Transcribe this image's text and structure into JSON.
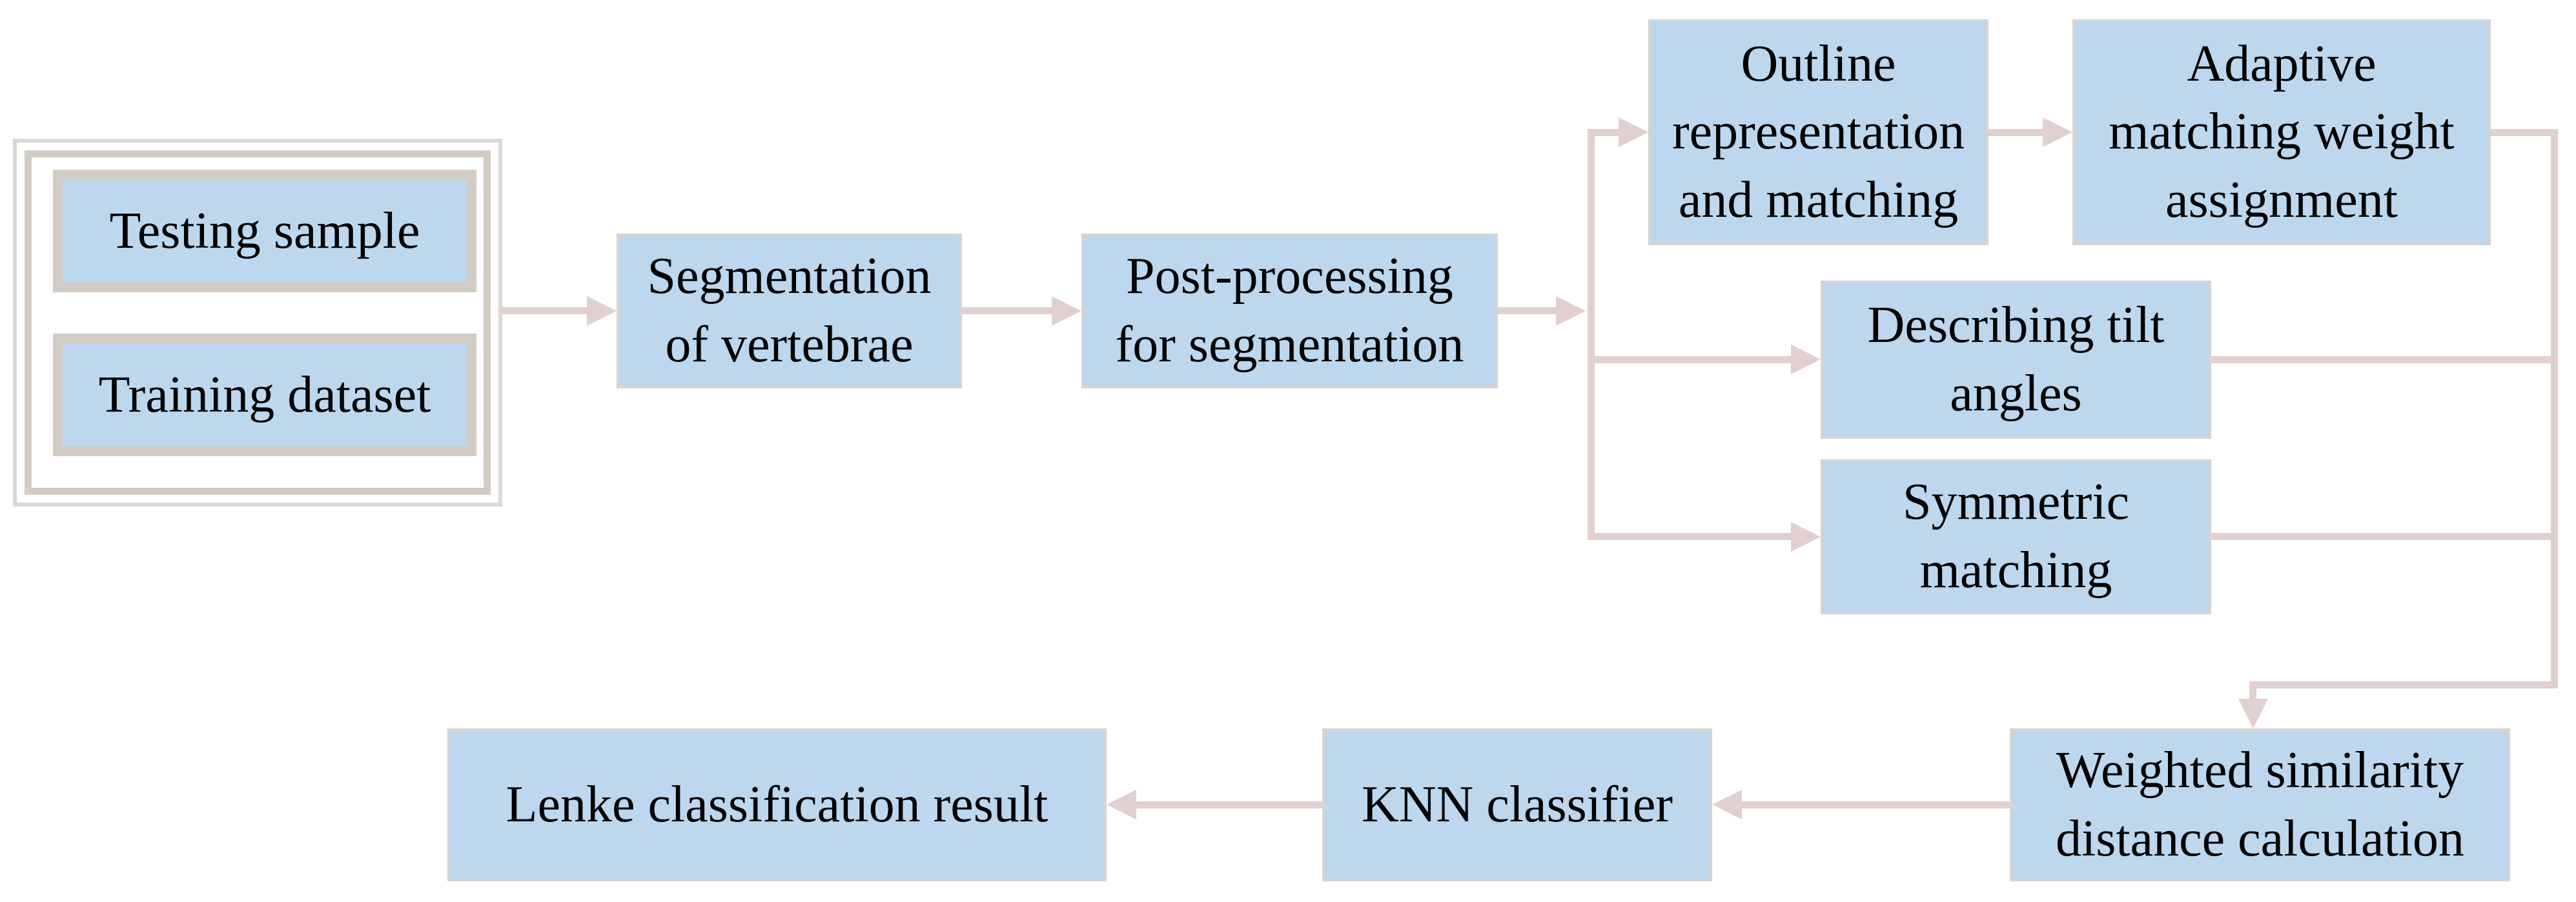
{
  "diagram": {
    "type": "flowchart",
    "colors": {
      "box_fill": "#bdd7ee",
      "box_border": "#d4d4d4",
      "frame_border": "#d2ccc4",
      "arrow": "#e2cfcf"
    },
    "nodes": {
      "testing_sample": {
        "label": "Testing sample"
      },
      "training_dataset": {
        "label": "Training dataset"
      },
      "segmentation": {
        "label": [
          "Segmentation",
          "of vertebrae"
        ]
      },
      "post_processing": {
        "label": [
          "Post-processing",
          "for segmentation"
        ]
      },
      "outline": {
        "label": [
          "Outline",
          "representation",
          "and matching"
        ]
      },
      "adaptive": {
        "label": [
          "Adaptive",
          "matching weight",
          "assignment"
        ]
      },
      "tilt": {
        "label": [
          "Describing tilt",
          "angles"
        ]
      },
      "symmetric": {
        "label": [
          "Symmetric",
          "matching"
        ]
      },
      "weighted": {
        "label": [
          "Weighted similarity",
          "distance calculation"
        ]
      },
      "knn": {
        "label": "KNN classifier"
      },
      "lenke": {
        "label": "Lenke classification result"
      }
    },
    "edges": [
      {
        "from": "input_group",
        "to": "segmentation"
      },
      {
        "from": "segmentation",
        "to": "post_processing"
      },
      {
        "from": "post_processing",
        "to": "outline"
      },
      {
        "from": "post_processing",
        "to": "tilt"
      },
      {
        "from": "post_processing",
        "to": "symmetric"
      },
      {
        "from": "outline",
        "to": "adaptive"
      },
      {
        "from": "adaptive",
        "to": "weighted"
      },
      {
        "from": "tilt",
        "to": "weighted"
      },
      {
        "from": "symmetric",
        "to": "weighted"
      },
      {
        "from": "weighted",
        "to": "knn"
      },
      {
        "from": "knn",
        "to": "lenke"
      }
    ]
  }
}
